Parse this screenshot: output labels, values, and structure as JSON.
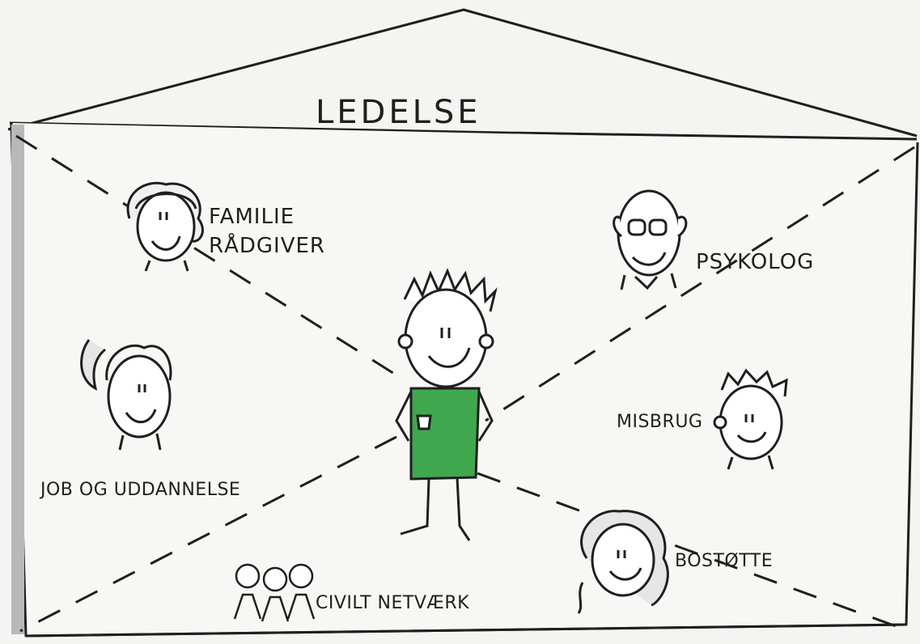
{
  "diagram": {
    "title": "LEDELSE",
    "roles": {
      "familie_radgiver": [
        "FAMILIE",
        "RÅDGIVER"
      ],
      "psykolog": "PSYKOLOG",
      "misbrug": "MISBRUG",
      "job_uddannelse": "JOB OG UDDANNELSE",
      "bostotte": "BOSTØTTE",
      "civilt_netvaerk": "CIVILT NETVÆRK"
    }
  },
  "colors": {
    "ink": "#1f1f1f",
    "paper": "#f4f4f2",
    "frame_shadow": "#b8b8b8",
    "shirt": "#3fa84e"
  }
}
